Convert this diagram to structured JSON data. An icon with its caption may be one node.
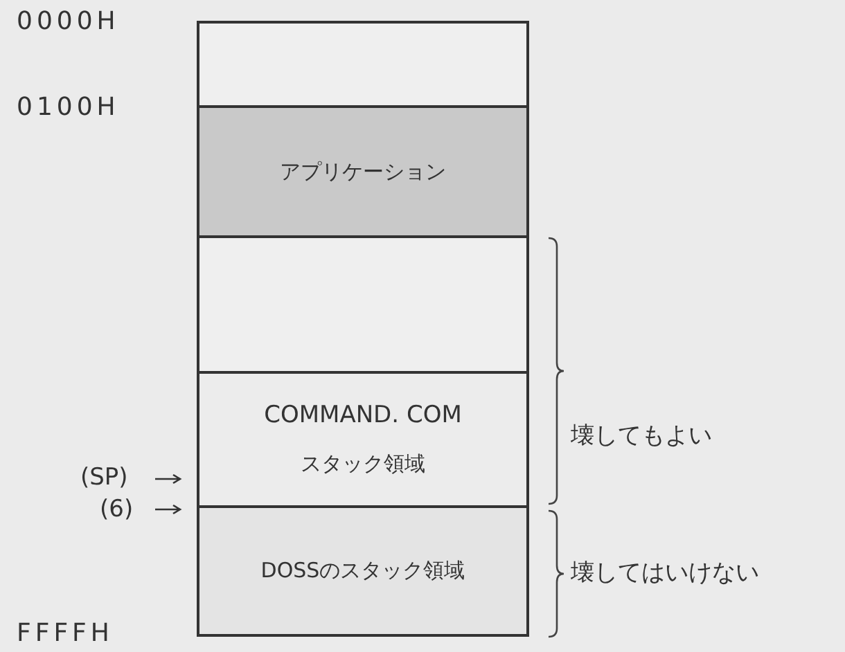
{
  "diagram": {
    "nodes": [
      {
        "text": [],
        "shape": "box"
      },
      {
        "text": [
          "アプリケーション"
        ]
      },
      {
        "text": [],
        "shape": "box"
      },
      {
        "text": [
          "COMMAND. COM",
          "スタック領域"
        ]
      },
      {
        "text": [
          "DOSSのスタック領域"
        ]
      }
    ],
    "edges": [],
    "labels": [
      "0000H",
      "0100H",
      "壊してもよい",
      "(SP)",
      "(6)",
      "壊してはいけない",
      "FFFFH"
    ]
  }
}
